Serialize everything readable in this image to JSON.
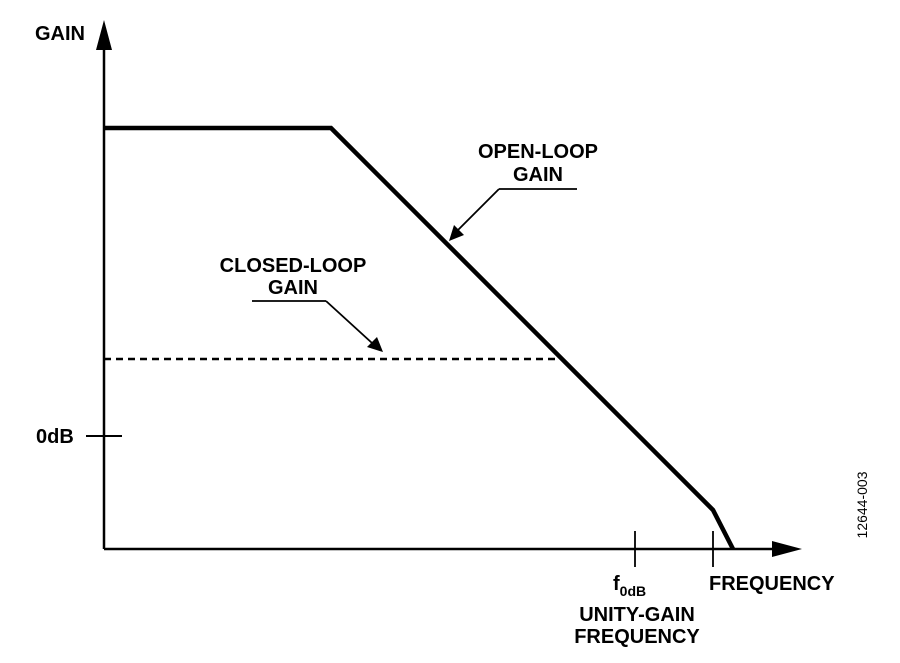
{
  "axes": {
    "y_label": "GAIN",
    "x_label": "FREQUENCY",
    "zero_db_label": "0dB"
  },
  "annotations": {
    "open_loop": {
      "line1": "OPEN-LOOP",
      "line2": "GAIN"
    },
    "closed_loop": {
      "line1": "CLOSED-LOOP",
      "line2": "GAIN"
    },
    "f0db": {
      "main": "f",
      "subscript": "0dB"
    },
    "unity_gain": {
      "line1": "UNITY-GAIN",
      "line2": "FREQUENCY"
    }
  },
  "figure_id": "12644-003",
  "colors": {
    "ink": "#000000",
    "background": "#ffffff"
  }
}
